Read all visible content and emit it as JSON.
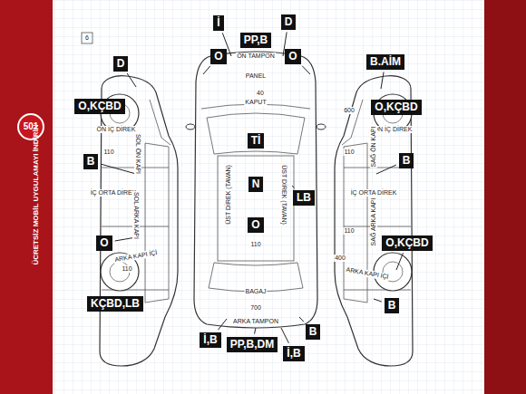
{
  "diagram": {
    "nodes": [
      {
        "text": [
          "İ"
        ]
      },
      {
        "text": [
          "D"
        ]
      },
      {
        "text": [
          "PP,B"
        ]
      },
      {
        "text": [
          "O"
        ]
      },
      {
        "text": [
          "O"
        ]
      },
      {
        "text": [
          "D"
        ]
      },
      {
        "text": [
          "B.AİM"
        ]
      },
      {
        "text": [
          "O,KÇBD"
        ]
      },
      {
        "text": [
          "O,KÇBD"
        ]
      },
      {
        "text": [
          "Tİ"
        ]
      },
      {
        "text": [
          "B"
        ]
      },
      {
        "text": [
          "B"
        ]
      },
      {
        "text": [
          "N"
        ]
      },
      {
        "text": [
          "LB"
        ]
      },
      {
        "text": [
          "O"
        ]
      },
      {
        "text": [
          "O"
        ]
      },
      {
        "text": [
          "O,KÇBD"
        ]
      },
      {
        "text": [
          "KÇBD,LB"
        ]
      },
      {
        "text": [
          "B"
        ]
      },
      {
        "text": [
          "B"
        ]
      },
      {
        "text": [
          "İ,B"
        ]
      },
      {
        "text": [
          "PP,B,DM"
        ]
      },
      {
        "text": [
          "İ,B"
        ]
      }
    ],
    "labels": [
      "ÜCRETSİZ MOBİL UYGULAMAYI İNDİRİN",
      "501",
      "6",
      "ÖN TAMPON",
      "PANEL",
      "40",
      "KAPUT",
      "ÖN İÇ DİREK",
      "ÖN İÇ DİREK",
      "110",
      "SOL ÖN KAPI",
      "İÇ ORTA DİREK",
      "SOL ARKA KAPI",
      "110",
      "ARKA KAPI İÇİ",
      "600",
      "110",
      "SAĞ ÖN KAPI",
      "İÇ ORTA DİREK",
      "SAĞ ARKA KAPI",
      "110",
      "ARKA KAPI İÇİ",
      "400",
      "ÜST DİREK (TAVAN)",
      "ÜST DİREK (TAVAN)",
      "110",
      "BAGAJ",
      "700",
      "ARKA TAMPON"
    ]
  }
}
